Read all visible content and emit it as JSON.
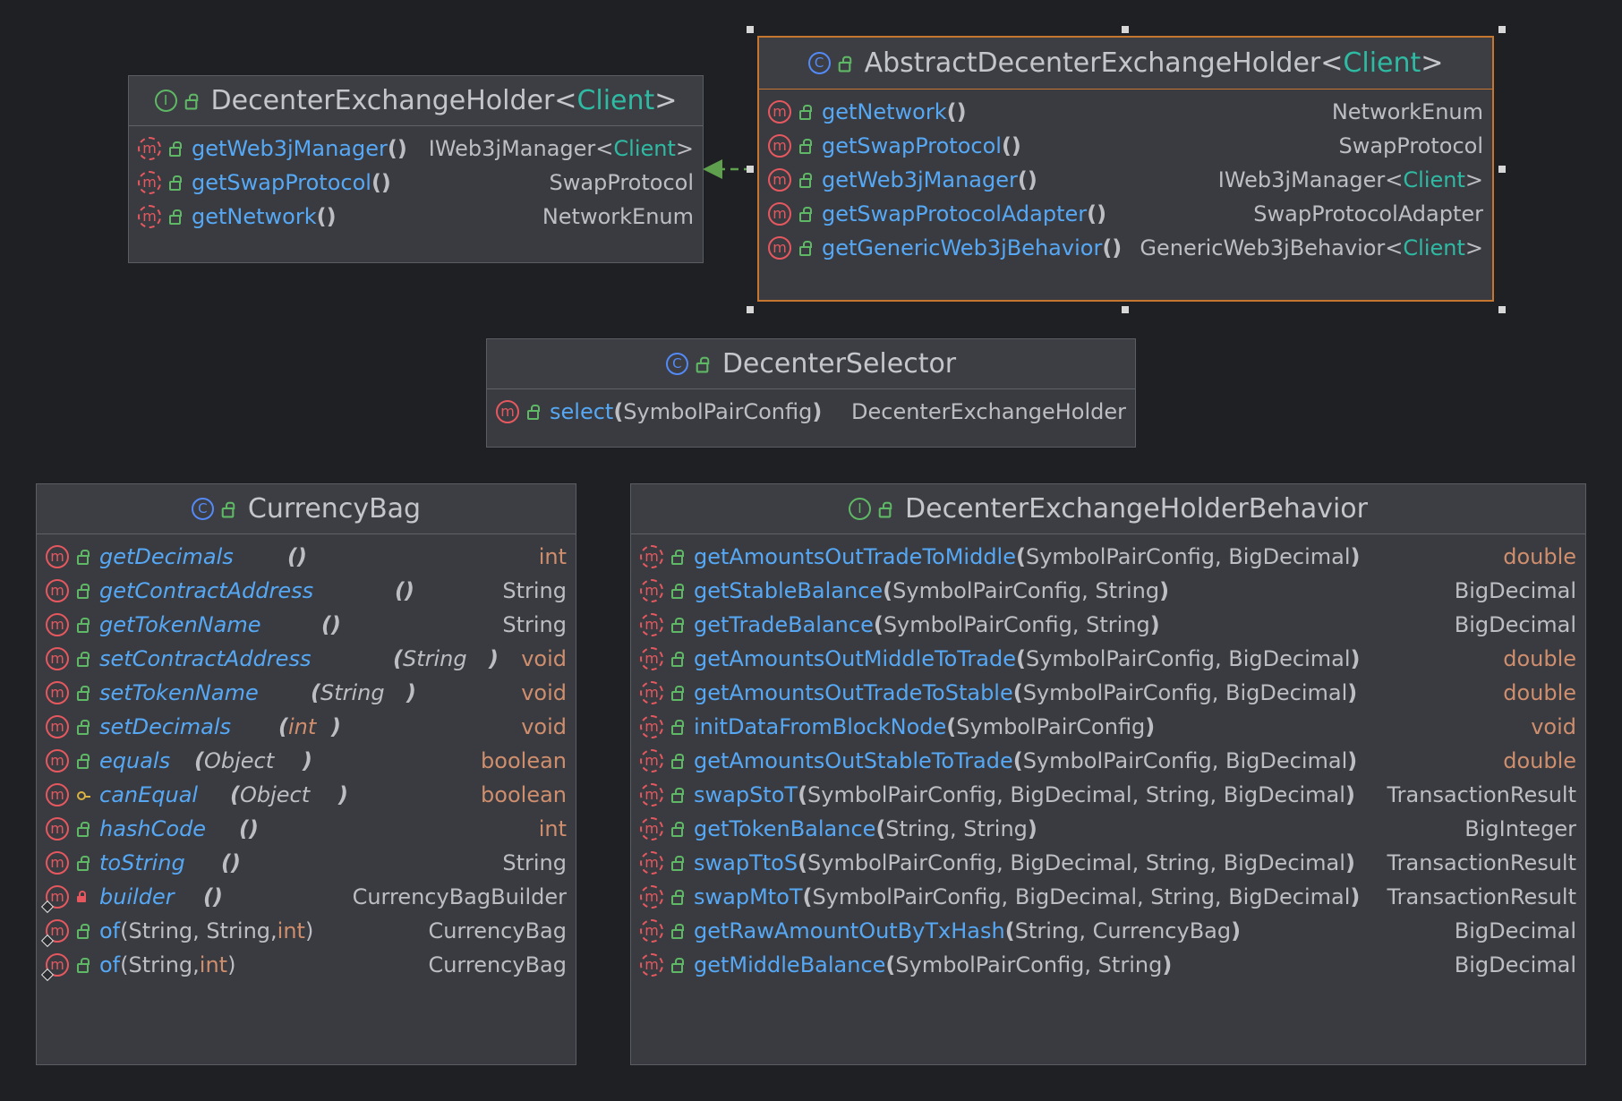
{
  "boxes": {
    "holder": {
      "kind": "I",
      "title": "DecenterExchangeHolder",
      "generic": "Client",
      "members": [
        {
          "name": "getWeb3jManager",
          "paren_open": "(",
          "args": "",
          "paren_close": ")",
          "ret": "IWeb3jManager",
          "ret_generic": "Client"
        },
        {
          "name": "getSwapProtocol",
          "paren_open": "(",
          "args": "",
          "paren_close": ")",
          "ret": "SwapProtocol"
        },
        {
          "name": "getNetwork",
          "paren_open": "(",
          "args": "",
          "paren_close": ")",
          "ret": "NetworkEnum"
        }
      ]
    },
    "abstract_holder": {
      "kind": "C",
      "title": "AbstractDecenterExchangeHolder",
      "generic": "Client",
      "members": [
        {
          "name": "getNetwork",
          "paren_open": "(",
          "args": "",
          "paren_close": ")",
          "ret": "NetworkEnum"
        },
        {
          "name": "getSwapProtocol",
          "paren_open": "(",
          "args": "",
          "paren_close": ")",
          "ret": "SwapProtocol"
        },
        {
          "name": "getWeb3jManager",
          "paren_open": "(",
          "args": "",
          "paren_close": ")",
          "ret": "IWeb3jManager",
          "ret_generic": "Client"
        },
        {
          "name": "getSwapProtocolAdapter",
          "paren_open": "(",
          "args": "",
          "paren_close": ")",
          "ret": "SwapProtocolAdapter"
        },
        {
          "name": "getGenericWeb3jBehavior",
          "paren_open": "(",
          "args": "",
          "paren_close": ")",
          "ret": "GenericWeb3jBehavior",
          "ret_generic": "Client"
        }
      ]
    },
    "selector": {
      "kind": "C",
      "title": "DecenterSelector",
      "members": [
        {
          "name": "select",
          "paren_open": "(",
          "args": "SymbolPairConfig",
          "paren_close": ")",
          "ret": "DecenterExchangeHolder"
        }
      ]
    },
    "currency_bag": {
      "kind": "C",
      "title": "CurrencyBag",
      "members": [
        {
          "name": "getDecimals",
          "paren_open": "(",
          "args": "",
          "paren_close": ")",
          "ret": "int"
        },
        {
          "name": "getContractAddress",
          "paren_open": "(",
          "args": "",
          "paren_close": ")",
          "ret": "String"
        },
        {
          "name": "getTokenName",
          "paren_open": "(",
          "args": "",
          "paren_close": ")",
          "ret": "String"
        },
        {
          "name": "setContractAddress",
          "paren_open": "(",
          "args": "String",
          "paren_close": ")",
          "ret": "void"
        },
        {
          "name": "setTokenName",
          "paren_open": "(",
          "args": "String",
          "paren_close": ")",
          "ret": "void"
        },
        {
          "name": "setDecimals",
          "paren_open": "(",
          "args": "int",
          "paren_close": ")",
          "ret": "void"
        },
        {
          "name": "equals",
          "paren_open": "(",
          "args": "Object",
          "paren_close": ")",
          "ret": "boolean"
        },
        {
          "name": "canEqual",
          "paren_open": "(",
          "args": "Object",
          "paren_close": ")",
          "ret": "boolean"
        },
        {
          "name": "hashCode",
          "paren_open": "(",
          "args": "",
          "paren_close": ")",
          "ret": "int"
        },
        {
          "name": "toString",
          "paren_open": "(",
          "args": "",
          "paren_close": ")",
          "ret": "String"
        },
        {
          "name": "builder",
          "paren_open": "(",
          "args": "",
          "paren_close": ")",
          "ret": "CurrencyBagBuilder"
        },
        {
          "name": "of",
          "paren_open": "(",
          "args": "String, String, ",
          "args_prim": "int",
          "paren_close": ")",
          "ret": "CurrencyBag"
        },
        {
          "name": "of",
          "paren_open": "(",
          "args": "String, ",
          "args_prim": "int",
          "paren_close": ")",
          "ret": "CurrencyBag"
        }
      ]
    },
    "behavior": {
      "kind": "I",
      "title": "DecenterExchangeHolderBehavior",
      "members": [
        {
          "name": "getAmountsOutTradeToMiddle",
          "paren_open": "(",
          "args": "SymbolPairConfig, BigDecimal",
          "paren_close": ")",
          "ret": "double"
        },
        {
          "name": "getStableBalance",
          "paren_open": "(",
          "args": "SymbolPairConfig, String",
          "paren_close": ")",
          "ret": "BigDecimal"
        },
        {
          "name": "getTradeBalance",
          "paren_open": "(",
          "args": "SymbolPairConfig, String",
          "paren_close": ")",
          "ret": "BigDecimal"
        },
        {
          "name": "getAmountsOutMiddleToTrade",
          "paren_open": "(",
          "args": "SymbolPairConfig, BigDecimal",
          "paren_close": ")",
          "ret": "double"
        },
        {
          "name": "getAmountsOutTradeToStable",
          "paren_open": "(",
          "args": "SymbolPairConfig, BigDecimal",
          "paren_close": ")",
          "ret": "double"
        },
        {
          "name": "initDataFromBlockNode",
          "paren_open": "(",
          "args": "SymbolPairConfig",
          "paren_close": ")",
          "ret": "void"
        },
        {
          "name": "getAmountsOutStableToTrade",
          "paren_open": "(",
          "args": "SymbolPairConfig, BigDecimal",
          "paren_close": ")",
          "ret": "double"
        },
        {
          "name": "swapStoT",
          "paren_open": "(",
          "args": "SymbolPairConfig, BigDecimal, String, BigDecimal",
          "paren_close": ")",
          "ret": "TransactionResult"
        },
        {
          "name": "getTokenBalance",
          "paren_open": "(",
          "args": "String, String",
          "paren_close": ")",
          "ret": "BigInteger"
        },
        {
          "name": "swapTtoS",
          "paren_open": "(",
          "args": "SymbolPairConfig, BigDecimal, String, BigDecimal",
          "paren_close": ")",
          "ret": "TransactionResult"
        },
        {
          "name": "swapMtoT",
          "paren_open": "(",
          "args": "SymbolPairConfig, BigDecimal, String, BigDecimal",
          "paren_close": ")",
          "ret": "TransactionResult"
        },
        {
          "name": "getRawAmountOutByTxHash",
          "paren_open": "(",
          "args": "String, CurrencyBag",
          "paren_close": ")",
          "ret": "BigDecimal"
        },
        {
          "name": "getMiddleBalance",
          "paren_open": "(",
          "args": "SymbolPairConfig, String",
          "paren_close": ")",
          "ret": "BigDecimal"
        }
      ]
    }
  },
  "generic_brackets": {
    "open": "<",
    "close": ">"
  },
  "icons": {
    "method": "m",
    "class": "C",
    "interface": "I"
  },
  "colors": {
    "background": "#1f2023",
    "selection": "#c7762f",
    "method_name": "#56a8f5",
    "primitive": "#cf8e6d",
    "generic_param": "#2fbaa3",
    "realization_arrow": "#5fa04e"
  }
}
